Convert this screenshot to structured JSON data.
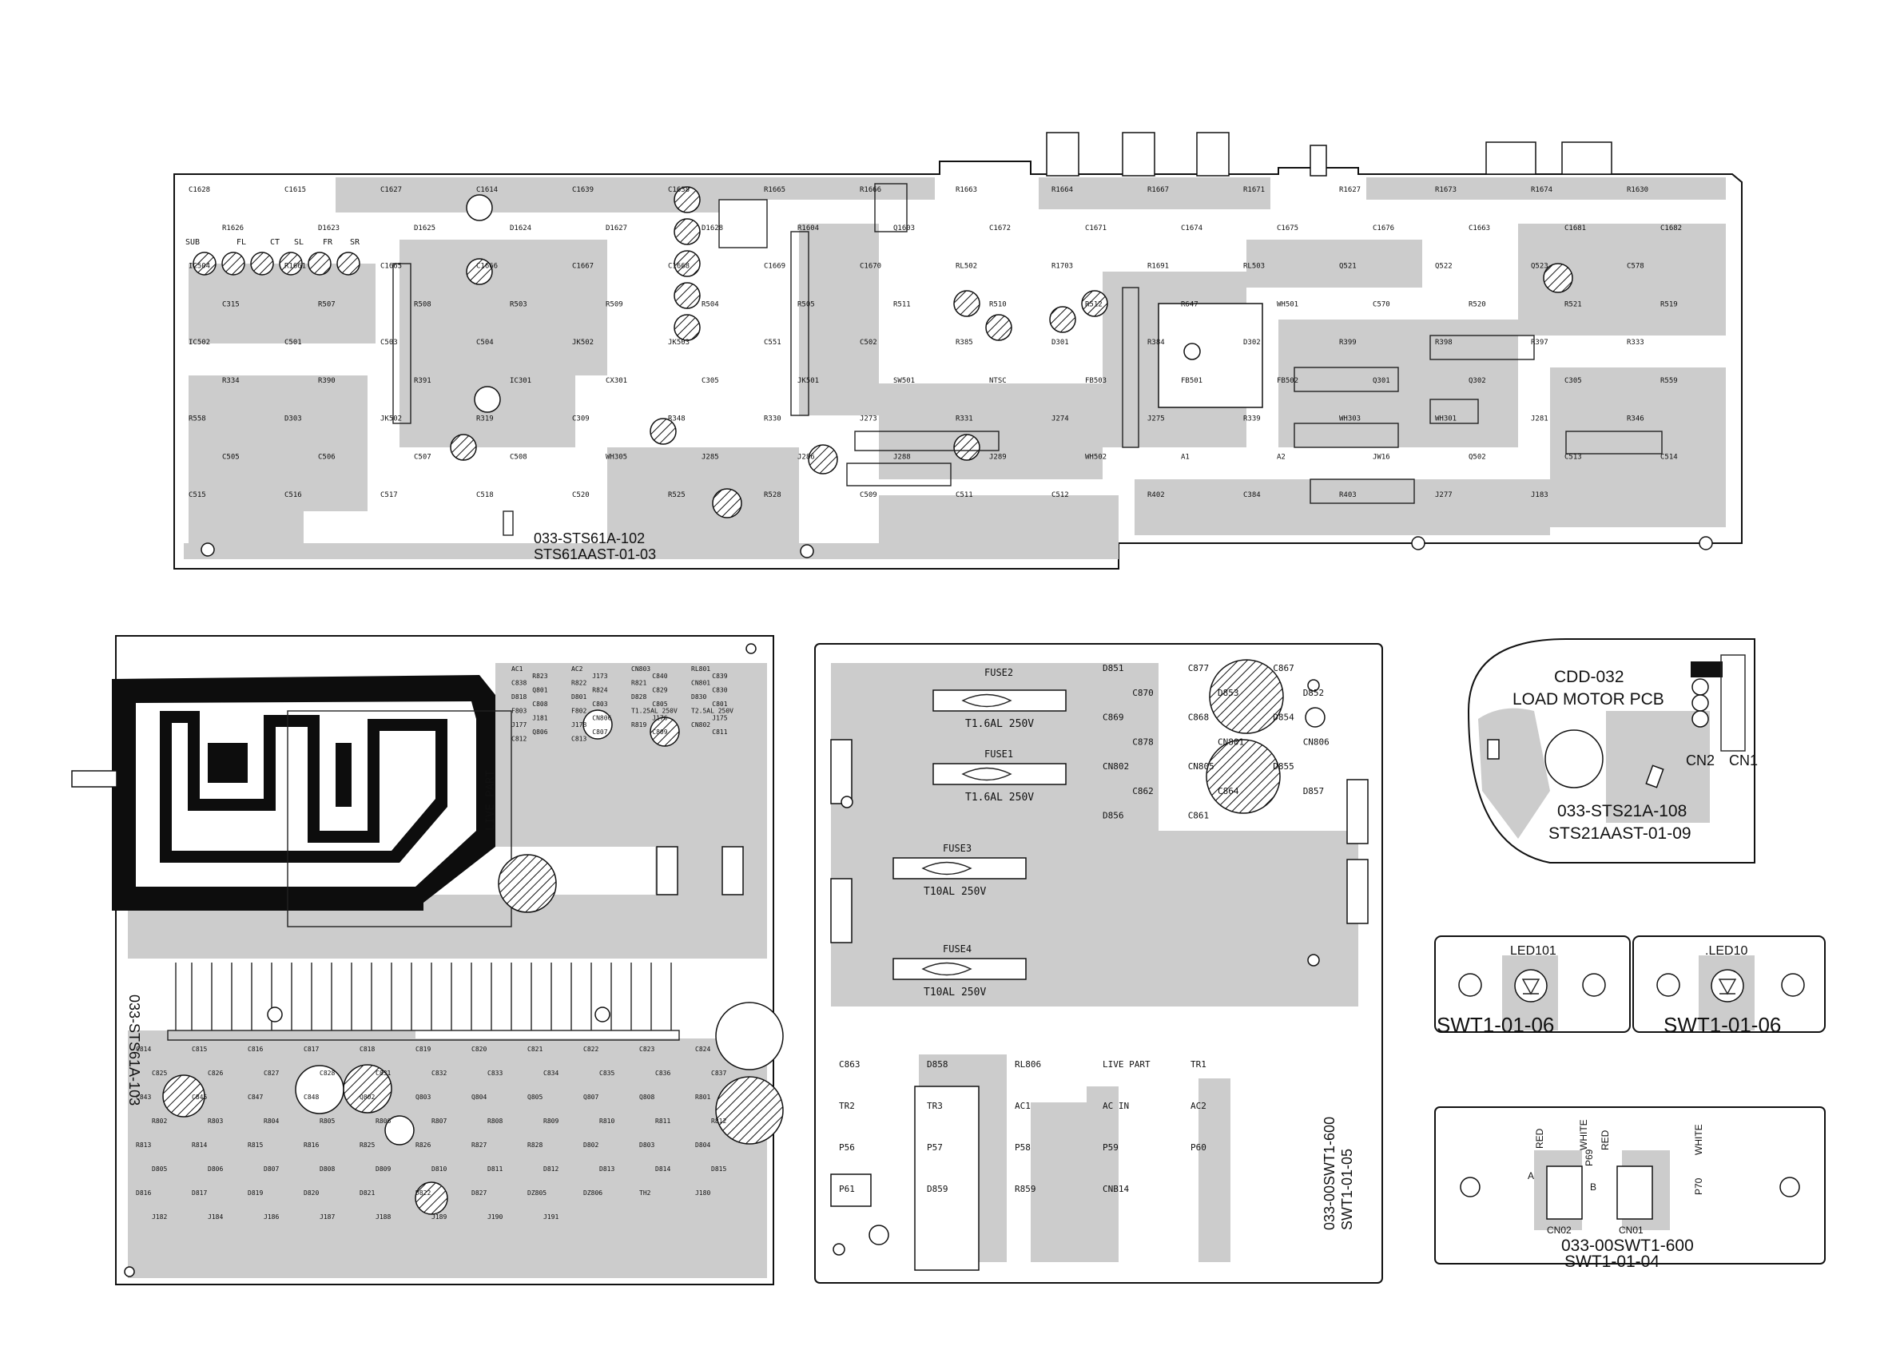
{
  "boards": {
    "main": {
      "code": "033-STS61A-102",
      "subcode": "STS61AAST-01-03",
      "channel_labels": [
        "SUB",
        "FL",
        "CT",
        "SL",
        "FR",
        "SR"
      ],
      "parts": [
        "C1628",
        "C1615",
        "C1627",
        "C1614",
        "C1639",
        "C1638",
        "R1665",
        "R1666",
        "R1663",
        "R1664",
        "R1667",
        "R1671",
        "R1627",
        "R1673",
        "R1674",
        "R1630",
        "R1626",
        "D1623",
        "D1625",
        "D1624",
        "D1627",
        "D1628",
        "R1604",
        "Q1603",
        "C1672",
        "C1671",
        "C1674",
        "C1675",
        "C1676",
        "C1663",
        "C1681",
        "C1682",
        "IC504",
        "R1661",
        "C1665",
        "C1666",
        "C1667",
        "C1668",
        "C1669",
        "C1670",
        "RL502",
        "R1703",
        "R1691",
        "RL503",
        "Q521",
        "Q522",
        "Q523",
        "C578",
        "C315",
        "R507",
        "R508",
        "R503",
        "R509",
        "R504",
        "R505",
        "R511",
        "R510",
        "R512",
        "R647",
        "WH501",
        "C570",
        "R520",
        "R521",
        "R519",
        "IC502",
        "C501",
        "C503",
        "C504",
        "JK502",
        "JK503",
        "C551",
        "C502",
        "R385",
        "D301",
        "R384",
        "D302",
        "R399",
        "R398",
        "R397",
        "R333",
        "R334",
        "R390",
        "R391",
        "IC301",
        "CX301",
        "C305",
        "JK501",
        "SW501",
        "NTSC",
        "FB503",
        "FB501",
        "FB502",
        "Q301",
        "Q302",
        "C305",
        "R559",
        "R558",
        "D303",
        "JK502",
        "R319",
        "C309",
        "R348",
        "R330",
        "J273",
        "R331",
        "J274",
        "J275",
        "R339",
        "WH303",
        "WH301",
        "J281",
        "R346",
        "C505",
        "C506",
        "C507",
        "C508",
        "WH305",
        "J285",
        "J286",
        "J288",
        "J289",
        "WH502",
        "A1",
        "A2",
        "JW16",
        "Q502",
        "C513",
        "C514",
        "C515",
        "C516",
        "C517",
        "C518",
        "C520",
        "R525",
        "R528",
        "C509",
        "C511",
        "C512",
        "R402",
        "C384",
        "R403",
        "J277",
        "J183"
      ]
    },
    "power": {
      "code": "033-STS61A-103",
      "live_part": "LIVE PART",
      "parts": [
        "AC1",
        "AC2",
        "CN803",
        "RL801",
        "R823",
        "J173",
        "C840",
        "C839",
        "C838",
        "R822",
        "R821",
        "CN801",
        "Q801",
        "R824",
        "C829",
        "C830",
        "D818",
        "D801",
        "D828",
        "D830",
        "C808",
        "C803",
        "C805",
        "C801",
        "F803",
        "F802",
        "T1.25AL 250V",
        "T2.5AL 250V",
        "J181",
        "CN806",
        "J176",
        "J175",
        "J177",
        "J178",
        "R819",
        "CN802",
        "Q806",
        "C807",
        "C809",
        "C811",
        "C812",
        "C813",
        "C814",
        "C815",
        "C816",
        "C817",
        "C818",
        "C819",
        "C820",
        "C821",
        "C822",
        "C823",
        "C824",
        "C825",
        "C826",
        "C827",
        "C828",
        "C831",
        "C832",
        "C833",
        "C834",
        "C835",
        "C836",
        "C837",
        "C843",
        "C845",
        "C847",
        "C848",
        "Q802",
        "Q803",
        "Q804",
        "Q805",
        "Q807",
        "Q808",
        "R801",
        "R802",
        "R803",
        "R804",
        "R805",
        "R806",
        "R807",
        "R808",
        "R809",
        "R810",
        "R811",
        "R812",
        "R813",
        "R814",
        "R815",
        "R816",
        "R825",
        "R826",
        "R827",
        "R828",
        "D802",
        "D803",
        "D804",
        "D805",
        "D806",
        "D807",
        "D808",
        "D809",
        "D810",
        "D811",
        "D812",
        "D813",
        "D814",
        "D815",
        "D816",
        "D817",
        "D819",
        "D820",
        "D821",
        "D822",
        "D827",
        "DZ805",
        "DZ806",
        "TH2",
        "J180",
        "J182",
        "J184",
        "J186",
        "J187",
        "J188",
        "J189",
        "J190",
        "J191"
      ]
    },
    "fuse": {
      "code": "033-00SWT1-600",
      "subcode": "SWT1-01-05",
      "fuses": [
        {
          "name": "FUSE2",
          "rating": "T1.6AL 250V"
        },
        {
          "name": "FUSE1",
          "rating": "T1.6AL 250V"
        },
        {
          "name": "FUSE3",
          "rating": "T10AL 250V"
        },
        {
          "name": "FUSE4",
          "rating": "T10AL 250V"
        }
      ],
      "parts": [
        "D851",
        "C877",
        "C867",
        "C870",
        "D853",
        "D852",
        "C869",
        "C868",
        "D854",
        "C878",
        "CN801",
        "CN806",
        "CN802",
        "CN805",
        "D855",
        "C862",
        "C864",
        "D857",
        "D856",
        "C861",
        "C863",
        "D858",
        "RL806",
        "LIVE PART",
        "TR1",
        "TR2",
        "TR3",
        "AC1",
        "AC IN",
        "AC2",
        "P56",
        "P57",
        "P58",
        "P59",
        "P60",
        "P61",
        "D859",
        "R859",
        "CNB14"
      ]
    },
    "cdd": {
      "code": "033-STS21A-108",
      "subcode": "STS21AAST-01-09",
      "title_line1": "CDD-032",
      "title_line2": "LOAD MOTOR PCB",
      "cn2": "CN2",
      "cn1": "CN1"
    },
    "led_left": {
      "ref": "LED101",
      "code": "SWT1-01-06"
    },
    "led_right": {
      "ref": ".LED10",
      "code": "SWT1-01-06"
    },
    "wire": {
      "code": "033-00SWT1-600",
      "subcode": "SWT1-01-04",
      "cn02": "CN02",
      "cn01": "CN01",
      "a": "A",
      "b": "B",
      "red_left": "RED",
      "white_left": "WHITE",
      "p69": "P69",
      "red_right": "RED",
      "white_right": "WHITE",
      "p70": "P70"
    }
  }
}
